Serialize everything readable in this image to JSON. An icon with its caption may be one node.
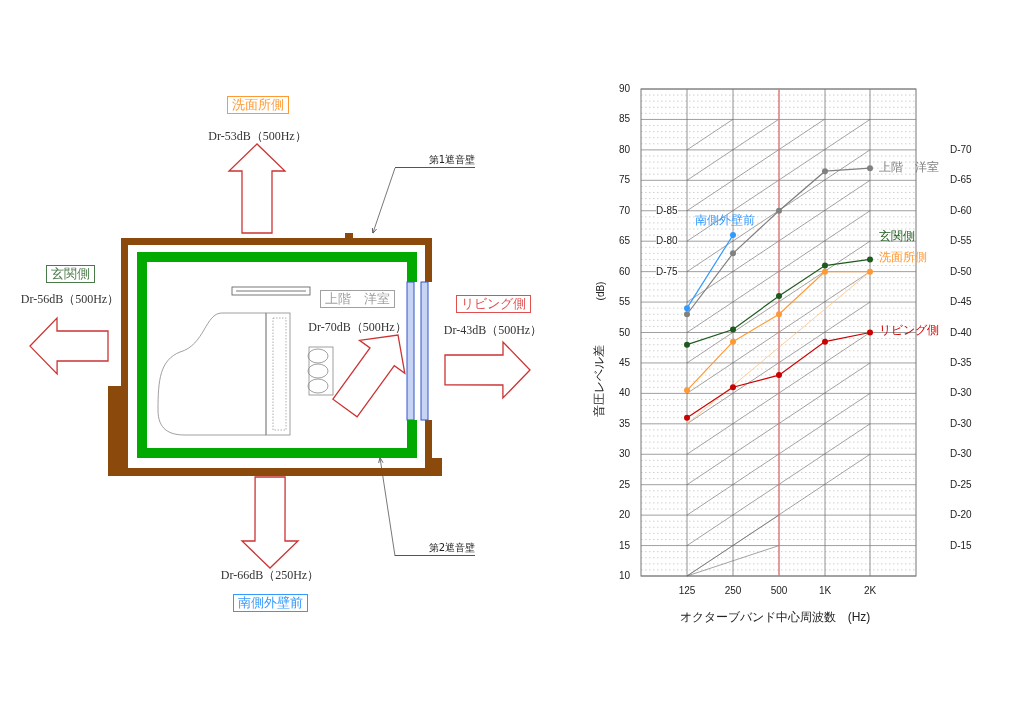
{
  "diagram": {
    "nodes": [
      {
        "text": [
          "洗面所側"
        ],
        "beside": [
          "Dr-53dB（500Hz）"
        ]
      },
      {
        "text": [
          "第1遮音壁"
        ]
      },
      {
        "text": [],
        "shape": "box"
      },
      {
        "text": [],
        "shape": "box",
        "in": 2
      },
      {
        "text": [
          "上階　洋室"
        ],
        "beside": [
          "Dr-70dB（500Hz）"
        ],
        "in": 3
      },
      {
        "text": [
          "玄関側"
        ],
        "beside": [
          "Dr-56dB（500Hz）"
        ]
      },
      {
        "text": [
          "リビング側"
        ],
        "beside": [
          "Dr-43dB（500Hz）"
        ]
      },
      {
        "text": [
          "第2遮音壁"
        ]
      },
      {
        "text": [
          "南側外壁前"
        ],
        "beside": [
          "Dr-66dB（250Hz）"
        ]
      }
    ],
    "edges": [
      {
        "from": 2,
        "to": 0,
        "arrow": "to",
        "style": "thick"
      },
      {
        "from": 1,
        "to": 2,
        "arrow": "to",
        "color": "#555555"
      },
      {
        "from": null,
        "to": 4,
        "arrow": "to",
        "style": "thick"
      },
      {
        "from": 2,
        "to": 5,
        "arrow": "to",
        "style": "thick"
      },
      {
        "from": 2,
        "to": 6,
        "arrow": "to",
        "style": "thick"
      },
      {
        "from": 7,
        "to": 3,
        "arrow": "to",
        "color": "#555555"
      },
      {
        "from": 2,
        "to": 8,
        "arrow": "to",
        "style": "thick"
      }
    ],
    "labels": [
      "(dB)",
      "D-85",
      "D-80",
      "D-75",
      "D-70",
      "D-65",
      "D-60",
      "D-55",
      "D-50",
      "D-45",
      "D-40",
      "D-35",
      "D-30",
      "D-30",
      "D-30",
      "D-25",
      "D-20",
      "D-15"
    ],
    "chart_data": {
      "type": "line",
      "xlabel": "オクターブバンド中心周波数　(Hz)",
      "ylabel": "音圧レベル差",
      "categories": [
        "125",
        "250",
        "500",
        "1K",
        "2K"
      ],
      "ylim": [
        10,
        90
      ],
      "grid": true,
      "yticks": [
        10,
        15,
        20,
        25,
        30,
        35,
        40,
        45,
        50,
        55,
        60,
        65,
        70,
        75,
        80,
        85,
        90
      ],
      "series": [
        {
          "name": "南側外壁前",
          "color": "#3399ff",
          "marker": "circle",
          "values": [
            54,
            66,
            null,
            null,
            null
          ]
        },
        {
          "name": "上階　洋室",
          "color": "#808080",
          "marker": "circle",
          "values": [
            53,
            63,
            70,
            76.5,
            77
          ]
        },
        {
          "name": "玄関側",
          "color": "#1e5a1e",
          "marker": "circle",
          "values": [
            48,
            50.5,
            56,
            61,
            62
          ]
        },
        {
          "name": "洗面所側",
          "color": "#ff9933",
          "marker": "circle",
          "values": [
            40.5,
            48.5,
            53,
            60,
            60
          ]
        },
        {
          "name": "リビング側",
          "color": "#cc0000",
          "marker": "circle",
          "values": [
            36,
            41,
            43,
            48.5,
            50
          ]
        }
      ]
    }
  }
}
